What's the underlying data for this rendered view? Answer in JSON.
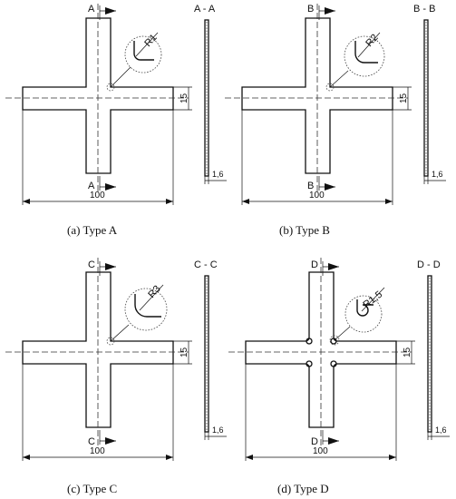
{
  "panels": [
    {
      "id": "a",
      "section_letter": "A",
      "section_title": "A - A",
      "radius_label": "R1",
      "width_dim": "15",
      "length_dim": "100",
      "thickness_dim": "1,6",
      "caption": "(a) Type A",
      "notched": false
    },
    {
      "id": "b",
      "section_letter": "B",
      "section_title": "B - B",
      "radius_label": "R2",
      "width_dim": "15",
      "length_dim": "100",
      "thickness_dim": "1,6",
      "caption": "(b) Type B",
      "notched": false
    },
    {
      "id": "c",
      "section_letter": "C",
      "section_title": "C - C",
      "radius_label": "R3",
      "width_dim": "15",
      "length_dim": "100",
      "thickness_dim": "1,6",
      "caption": "(c) Type C",
      "notched": false
    },
    {
      "id": "d",
      "section_letter": "D",
      "section_title": "D - D",
      "radius_label": "R1,5",
      "width_dim": "15",
      "length_dim": "100",
      "thickness_dim": "1,6",
      "caption": "(d) Type D",
      "notched": true
    }
  ]
}
